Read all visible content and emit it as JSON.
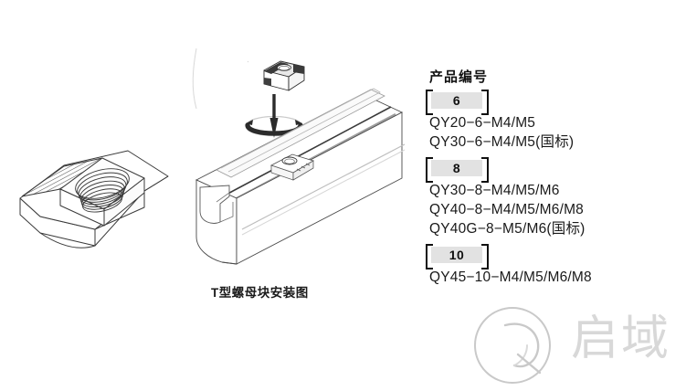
{
  "diagram": {
    "caption": "T型螺母块安装图",
    "nut_iso_name": "t-nut-isometric-drawing",
    "install_name": "t-nut-installation-drawing",
    "arrow_direction": "down",
    "rotation_hint": "twist-to-lock"
  },
  "spec_panel": {
    "title": "产品编号",
    "groups": [
      {
        "tag": "6",
        "items": [
          "QY20−6−M4/M5",
          "QY30−6−M4/M5(国标)"
        ]
      },
      {
        "tag": "8",
        "items": [
          "QY30−8−M4/M5/M6",
          "QY40−8−M4/M5/M6/M8",
          "QY40G−8−M5/M6(国标)"
        ]
      },
      {
        "tag": "10",
        "items": [
          "QY45−10−M4/M5/M6/M8"
        ]
      }
    ]
  },
  "watermark": {
    "brand_text": "启域",
    "logo_name": "q-circle-logo"
  },
  "colors": {
    "text": "#1a1a1a",
    "tag_background": "#e2e2e2",
    "line": "#3a3a3a",
    "watermark": "#b9b9b9",
    "background": "#ffffff"
  }
}
